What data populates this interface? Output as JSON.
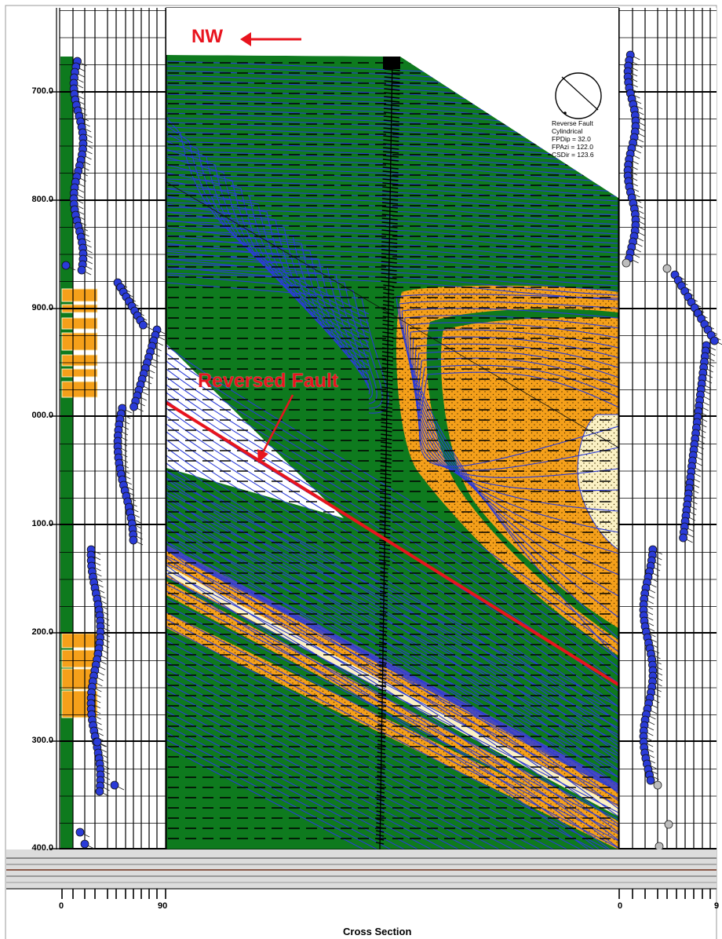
{
  "annotations": {
    "direction_label": "NW",
    "fault_label": "Reversed Fault"
  },
  "legend": {
    "lines": [
      "Reverse Fault",
      "Cylindrical",
      "FPDip = 32.0",
      "FPAzi = 122.0",
      "CSDir = 123.6"
    ]
  },
  "depth_axis": {
    "ticks": [
      "700.0",
      "800.0",
      "900.0",
      "000.0",
      "100.0",
      "200.0",
      "300.0",
      "400.0"
    ]
  },
  "x_axis": {
    "ticks": [
      "0",
      "90",
      "0",
      "9"
    ],
    "label": "Cross Section"
  },
  "colors": {
    "green": "#0e7a1e",
    "orange": "#f5a01a",
    "cream": "#fbf1c4",
    "blue": "#2a3bd8",
    "fault": "#e8141e",
    "black": "#000000"
  },
  "icons": {
    "stereonet": "stereonet-icon",
    "arrow": "arrow-left-icon"
  }
}
